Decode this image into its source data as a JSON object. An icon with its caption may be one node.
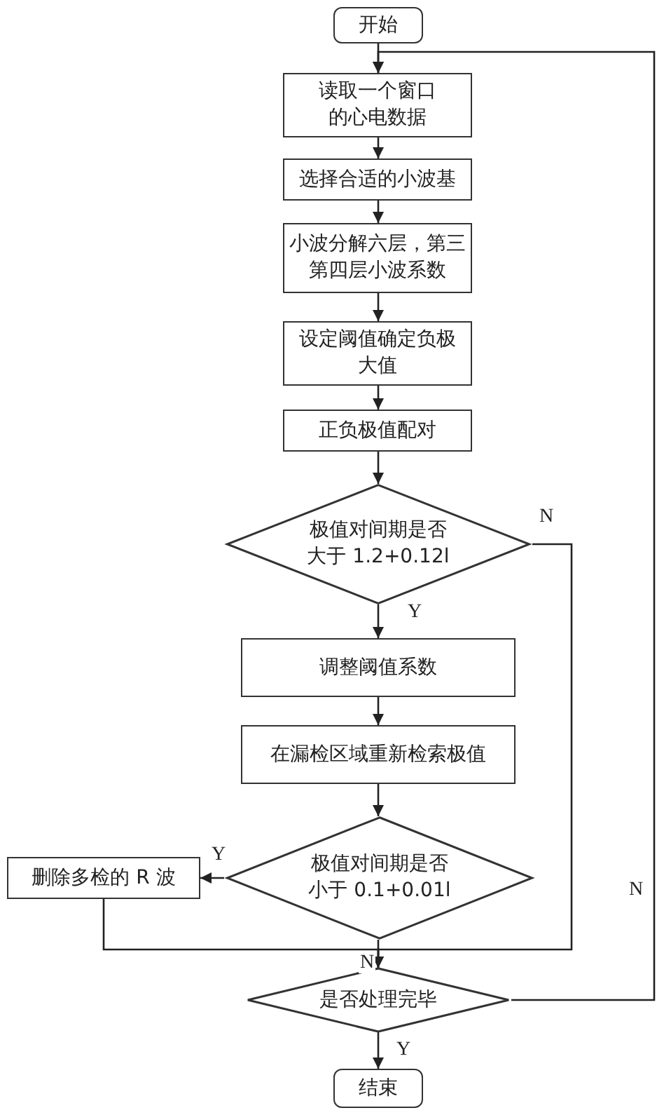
{
  "diagram": {
    "nodes": [
      {
        "text": [
          "开始"
        ]
      },
      {
        "text": [
          "读取一个窗口的心电数据"
        ]
      },
      {
        "text": [
          "选择合适的小波基"
        ]
      },
      {
        "text": [
          "小波分解六层，第三第四层小波系数"
        ]
      },
      {
        "text": [
          "设定阈值确定负极大值"
        ]
      },
      {
        "text": [
          "正负极值配对"
        ]
      },
      {
        "text": [
          "极值对间期是否大于 1.2+0.12l"
        ]
      },
      {
        "text": [
          "调整阈值系数"
        ]
      },
      {
        "text": [
          "在漏检区域重新检索极值"
        ]
      },
      {
        "text": [
          "极值对间期是否小于 0.1+0.01l"
        ]
      },
      {
        "text": [
          "删除多检的 R 波"
        ]
      },
      {
        "text": [
          "是否处理完毕"
        ]
      },
      {
        "text": [
          "结束"
        ]
      }
    ],
    "edges": [
      {
        "from": 0,
        "to": 1,
        "arrow": "to"
      },
      {
        "from": 1,
        "to": 2,
        "arrow": "to"
      },
      {
        "from": 2,
        "to": 3,
        "arrow": "to"
      },
      {
        "from": 3,
        "to": 4,
        "arrow": "to"
      },
      {
        "from": 4,
        "to": 5,
        "arrow": "to"
      },
      {
        "from": 5,
        "to": 6,
        "arrow": "to"
      },
      {
        "from": 6,
        "to": 7,
        "arrow": "to",
        "label": "Y"
      },
      {
        "from": 7,
        "to": 8,
        "arrow": "to"
      },
      {
        "from": 8,
        "to": 9,
        "arrow": "to"
      },
      {
        "from": 9,
        "to": 10,
        "arrow": "to",
        "label": "Y"
      },
      {
        "from": 9,
        "to": 11,
        "arrow": "to",
        "label": "N"
      },
      {
        "from": 10,
        "to": 11,
        "arrow": "to"
      },
      {
        "from": 6,
        "to": 11,
        "arrow": "to",
        "label": "N"
      },
      {
        "from": 11,
        "to": 12,
        "arrow": "to",
        "label": "Y"
      },
      {
        "from": 11,
        "to": 1,
        "arrow": "to",
        "label": "N"
      }
    ]
  }
}
